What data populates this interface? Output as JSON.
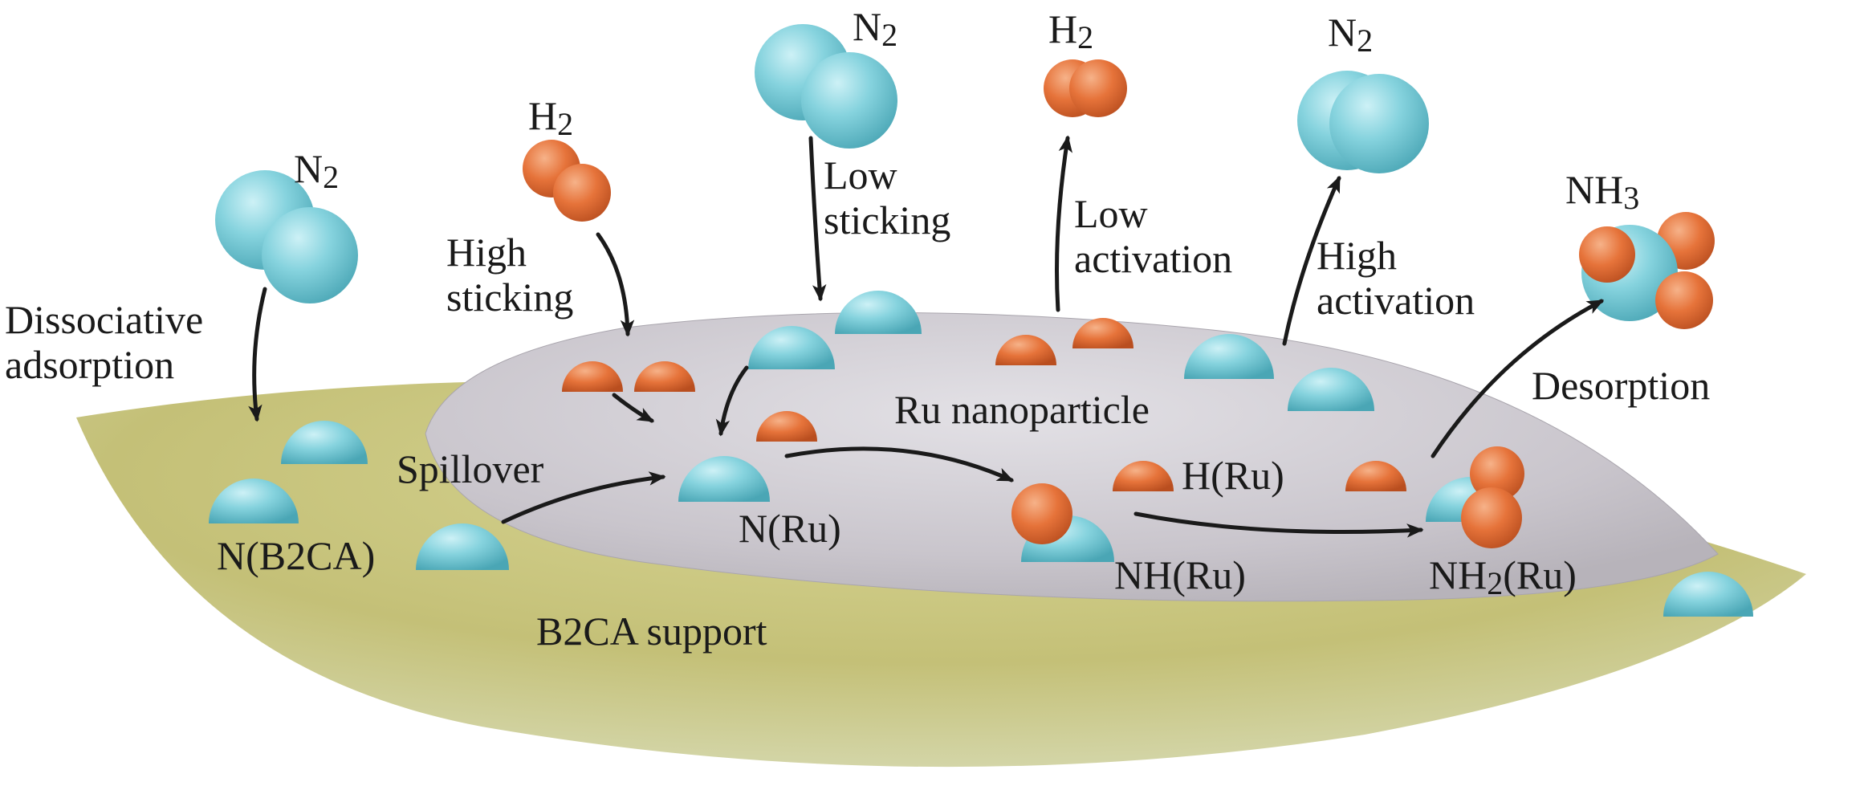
{
  "labels": {
    "n2_left": "N",
    "n2_left_sub": "2",
    "n2_mid": "N",
    "n2_mid_sub": "2",
    "n2_right": "N",
    "n2_right_sub": "2",
    "h2_left": "H",
    "h2_left_sub": "2",
    "h2_top": "H",
    "h2_top_sub": "2",
    "nh3": "NH",
    "nh3_sub": "3",
    "dissociative_line1": "Dissociative",
    "dissociative_line2": "adsorption",
    "high_sticking_line1": "High",
    "high_sticking_line2": "sticking",
    "low_sticking_line1": "Low",
    "low_sticking_line2": "sticking",
    "low_activation_line1": "Low",
    "low_activation_line2": "activation",
    "high_activation_line1": "High",
    "high_activation_line2": "activation",
    "desorption": "Desorption",
    "ru_nanoparticle": "Ru nanoparticle",
    "spillover": "Spillover",
    "n_b2ca": "N(B2CA)",
    "n_ru": "N(Ru)",
    "h_ru": "H(Ru)",
    "nh_ru": "NH(Ru)",
    "nh2_ru_prefix": "NH",
    "nh2_ru_sub": "2",
    "nh2_ru_suffix": "(Ru)",
    "b2ca_support": "B2CA support"
  },
  "colors": {
    "nitrogen": "#7fd0dc",
    "hydrogen": "#e8733a",
    "support": "#c8c47a",
    "ru_particle": "#cfccd2",
    "arrow": "#1a1a1a",
    "text": "#1a1a1a"
  }
}
